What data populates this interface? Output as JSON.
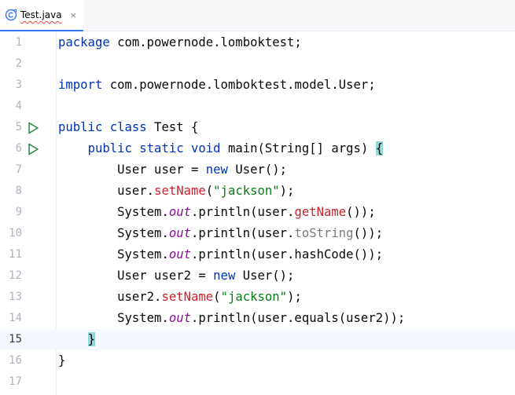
{
  "tab": {
    "label": "Test.java",
    "close_glyph": "×",
    "icon": "java-class-icon"
  },
  "editor": {
    "current_line": 15,
    "lines": [
      {
        "n": "1",
        "run": false,
        "indent": "",
        "tokens": [
          [
            "kw",
            "package"
          ],
          [
            "",
            " com.powernode.lomboktest;"
          ]
        ]
      },
      {
        "n": "2",
        "run": false,
        "indent": "",
        "tokens": []
      },
      {
        "n": "3",
        "run": false,
        "indent": "",
        "tokens": [
          [
            "kw",
            "import"
          ],
          [
            "",
            " com.powernode.lomboktest.model.User;"
          ]
        ]
      },
      {
        "n": "4",
        "run": false,
        "indent": "",
        "tokens": []
      },
      {
        "n": "5",
        "run": true,
        "indent": "",
        "tokens": [
          [
            "kw",
            "public class"
          ],
          [
            "",
            " Test {"
          ]
        ]
      },
      {
        "n": "6",
        "run": true,
        "indent": "    ",
        "tokens": [
          [
            "kw",
            "public static void"
          ],
          [
            "",
            " main(String[] args) "
          ],
          [
            "brace",
            "{"
          ]
        ]
      },
      {
        "n": "7",
        "run": false,
        "indent": "        ",
        "tokens": [
          [
            "",
            "User user = "
          ],
          [
            "kw",
            "new"
          ],
          [
            "",
            " User();"
          ]
        ]
      },
      {
        "n": "8",
        "run": false,
        "indent": "        ",
        "tokens": [
          [
            "",
            "user."
          ],
          [
            "mcall",
            "setName"
          ],
          [
            "",
            "("
          ],
          [
            "str",
            "\"jackson\""
          ],
          [
            "",
            ");"
          ]
        ]
      },
      {
        "n": "9",
        "run": false,
        "indent": "        ",
        "tokens": [
          [
            "",
            "System."
          ],
          [
            "fn",
            "out"
          ],
          [
            "",
            ".println(user."
          ],
          [
            "mcall",
            "getName"
          ],
          [
            "",
            "());"
          ]
        ]
      },
      {
        "n": "10",
        "run": false,
        "indent": "        ",
        "tokens": [
          [
            "",
            "System."
          ],
          [
            "fn",
            "out"
          ],
          [
            "",
            ".println(user."
          ],
          [
            "warn",
            "toString"
          ],
          [
            "",
            "());"
          ]
        ]
      },
      {
        "n": "11",
        "run": false,
        "indent": "        ",
        "tokens": [
          [
            "",
            "System."
          ],
          [
            "fn",
            "out"
          ],
          [
            "",
            ".println(user.hashCode());"
          ]
        ]
      },
      {
        "n": "12",
        "run": false,
        "indent": "        ",
        "tokens": [
          [
            "",
            "User user2 = "
          ],
          [
            "kw",
            "new"
          ],
          [
            "",
            " User();"
          ]
        ]
      },
      {
        "n": "13",
        "run": false,
        "indent": "        ",
        "tokens": [
          [
            "",
            "user2."
          ],
          [
            "mcall",
            "setName"
          ],
          [
            "",
            "("
          ],
          [
            "str",
            "\"jackson\""
          ],
          [
            "",
            ");"
          ]
        ]
      },
      {
        "n": "14",
        "run": false,
        "indent": "        ",
        "tokens": [
          [
            "",
            "System."
          ],
          [
            "fn",
            "out"
          ],
          [
            "",
            ".println(user.equals(user2));"
          ]
        ]
      },
      {
        "n": "15",
        "run": false,
        "indent": "    ",
        "tokens": [
          [
            "brace",
            "}"
          ]
        ]
      },
      {
        "n": "16",
        "run": false,
        "indent": "",
        "tokens": [
          [
            "",
            "}"
          ]
        ]
      },
      {
        "n": "17",
        "run": false,
        "indent": "",
        "tokens": []
      }
    ]
  },
  "colors": {
    "keyword": "#0033b3",
    "string": "#067d17",
    "static_field": "#871094",
    "method_call": "#c7222d",
    "brace_highlight": "#93d9d9",
    "run_icon": "#208a3c"
  }
}
